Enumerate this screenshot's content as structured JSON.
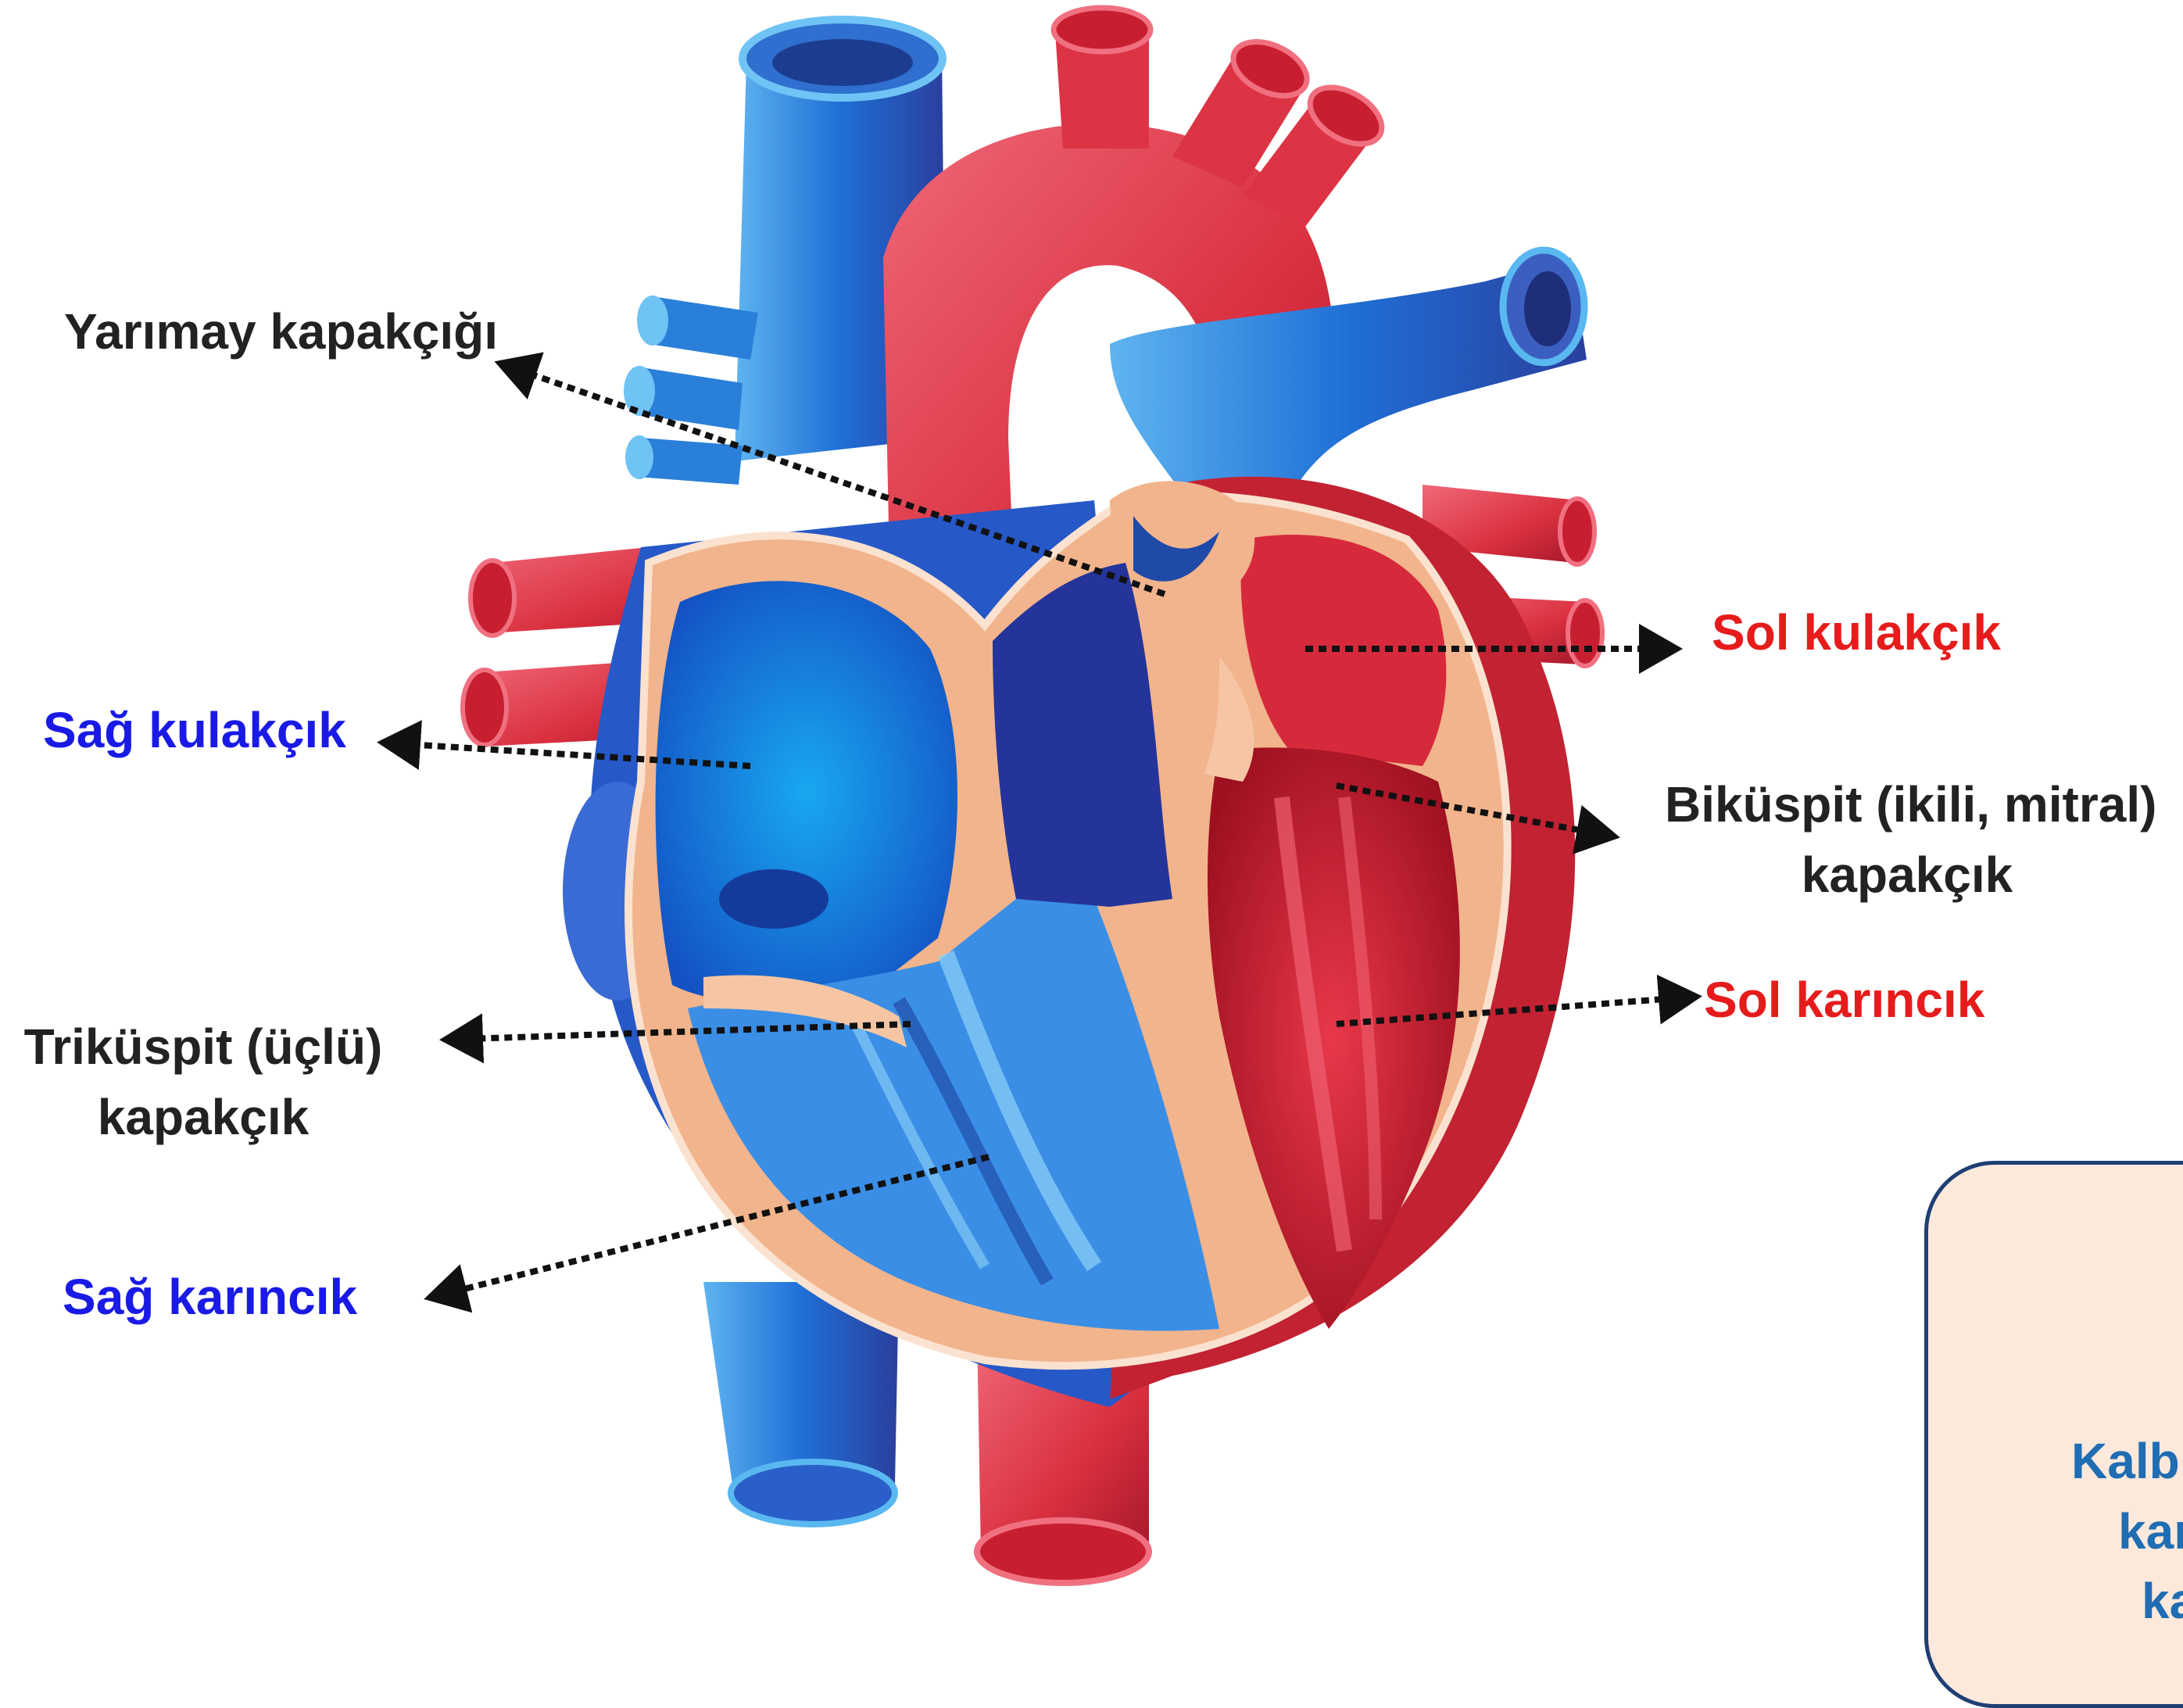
{
  "colors": {
    "label_blue": "#1a1ae6",
    "label_red": "#e61c1c",
    "label_black": "#222222",
    "note_text": "#1f6db3",
    "note_fill": "#fce9dc",
    "note_border": "#1f3f73",
    "deoxygenated": "#1e6fd9",
    "oxygenated": "#e23a4a",
    "muscle": "#f2b48c"
  },
  "labels": {
    "semilunar": "Yarımay kapakçığı",
    "left_atrium": "Sol kulakçık",
    "right_atrium": "Sağ kulakçık",
    "bicuspid_line1": "Biküspit (ikili, mitral)",
    "bicuspid_line2": "kapakçık",
    "left_ventricle": "Sol karıncık",
    "tricuspid_line1": "Triküspit (üçlü)",
    "tricuspid_line2": "kapakçık",
    "right_ventricle": "Sağ karıncık"
  },
  "note": {
    "line1": "Kalbi",
    "line2": "kan",
    "line3": "ka"
  }
}
